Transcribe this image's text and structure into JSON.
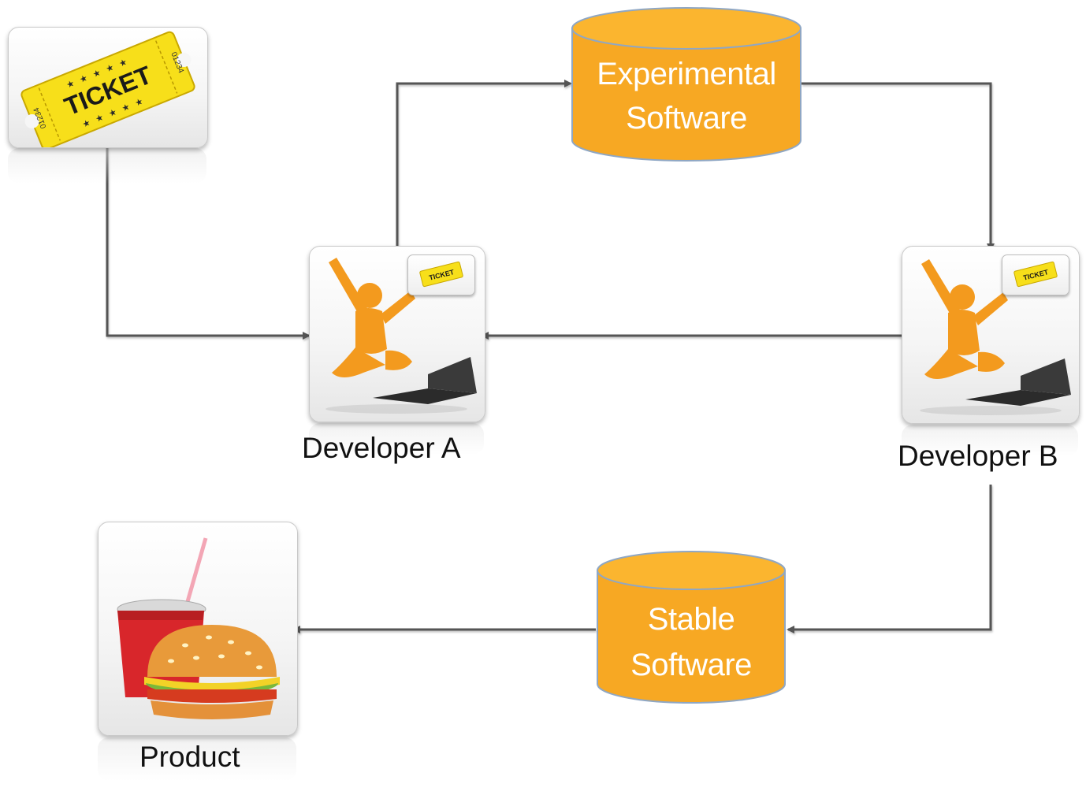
{
  "diagram": {
    "nodes": {
      "ticket": {
        "icon": "ticket-icon",
        "ticket_text": "TICKET",
        "serial_left": "01234",
        "serial_right": "01234"
      },
      "developer_a": {
        "label": "Developer A",
        "icon": "developer-with-laptop-icon",
        "badge_icon": "ticket-icon",
        "badge_text": "TICKET"
      },
      "developer_b": {
        "label": "Developer B",
        "icon": "developer-with-laptop-icon",
        "badge_icon": "ticket-icon",
        "badge_text": "TICKET"
      },
      "experimental_software": {
        "line1": "Experimental",
        "line2": "Software",
        "shape": "cylinder"
      },
      "stable_software": {
        "line1": "Stable",
        "line2": "Software",
        "shape": "cylinder"
      },
      "product": {
        "label": "Product",
        "icon": "burger-and-drink-icon"
      }
    },
    "edges": [
      {
        "from": "ticket",
        "to": "developer_a"
      },
      {
        "from": "developer_a",
        "to": "experimental_software"
      },
      {
        "from": "experimental_software",
        "to": "developer_b"
      },
      {
        "from": "developer_b",
        "to": "developer_a"
      },
      {
        "from": "developer_b",
        "to": "stable_software"
      },
      {
        "from": "stable_software",
        "to": "product"
      }
    ],
    "colors": {
      "cylinder_fill": "#f7a823",
      "cylinder_top": "#fbb52f",
      "cylinder_edge": "#8fa7c4",
      "connector": "#555555",
      "figure": "#f39a1e",
      "ticket": "#f9e51e"
    }
  }
}
